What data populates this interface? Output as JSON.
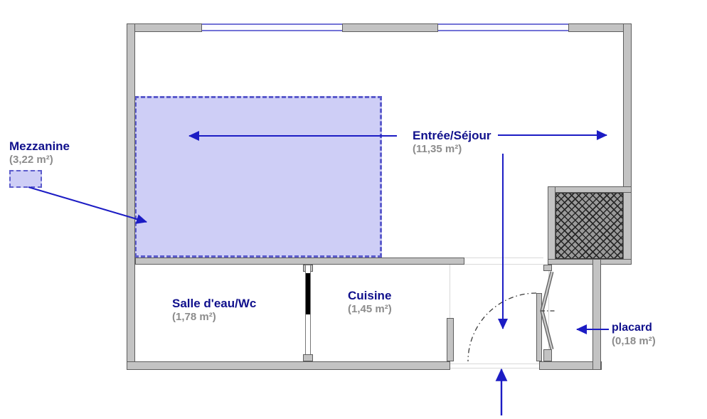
{
  "colors": {
    "room-name": "#10108c",
    "room-area": "#8c8c8c",
    "arrow": "#1c1cc4",
    "wall-fill": "#c3c3c3",
    "wall-edge": "#5e5e5e",
    "mezzanine-fill": "rgba(125,125,232,0.38)",
    "mezzanine-dash": "#5c5ccc",
    "window-line": "#7373d6",
    "hatch-bg": "#9a9a9a",
    "hatch-line": "#262626",
    "trace": "#d9d9d9",
    "door-line": "#3a3a3a"
  },
  "rooms": [
    {
      "id": "mezzanine",
      "name": "Mezzanine",
      "area": "(3,22 m²)"
    },
    {
      "id": "entree-sejour",
      "name": "Entrée/Séjour",
      "area": "(11,35 m²)"
    },
    {
      "id": "salle-deau-wc",
      "name": "Salle d'eau/Wc",
      "area": "(1,78 m²)"
    },
    {
      "id": "cuisine",
      "name": "Cuisine",
      "area": "(1,45 m²)"
    },
    {
      "id": "placard",
      "name": "placard",
      "area": "(0,18 m²)"
    }
  ]
}
